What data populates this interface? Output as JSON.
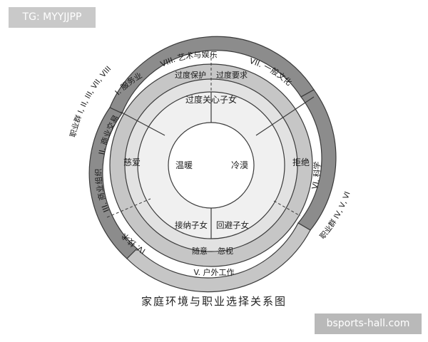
{
  "watermark_top": "TG: MYYJJPP",
  "watermark_bottom": "bsports-hall.com",
  "caption": "家庭环境与职业选择关系图",
  "groups": {
    "left": "职业群 I, II, III, VII, VIII",
    "right": "职业群 IV, V, VI"
  },
  "occupations": {
    "viii": "VIII. 艺术与娱乐",
    "vii": "VII. 一般文化",
    "i": "I. 服务业",
    "ii": "II. 商业交易",
    "iii": "III. 商业组织",
    "iv": "IV. 技术",
    "v": "V. 户外工作",
    "vi": "VI. 科学"
  },
  "attitudes": {
    "overprotect": "过度保护",
    "overdemand": "过度要求",
    "doting": "慈爱",
    "rejecting": "拒绝",
    "casual": "随意",
    "neglect": "忽视"
  },
  "middle": {
    "concentration": "过度关心子女",
    "acceptance": "接纳子女",
    "avoidance": "回避子女"
  },
  "core": {
    "warm": "温暖",
    "cold": "冷漠"
  },
  "colors": {
    "outer_band": "#8c8c8c",
    "ring2": "#c6c6c6",
    "ring3": "#e2e2e2",
    "ring4": "#f0f0f0",
    "core": "#ffffff",
    "stroke": "#3a3a3a"
  }
}
